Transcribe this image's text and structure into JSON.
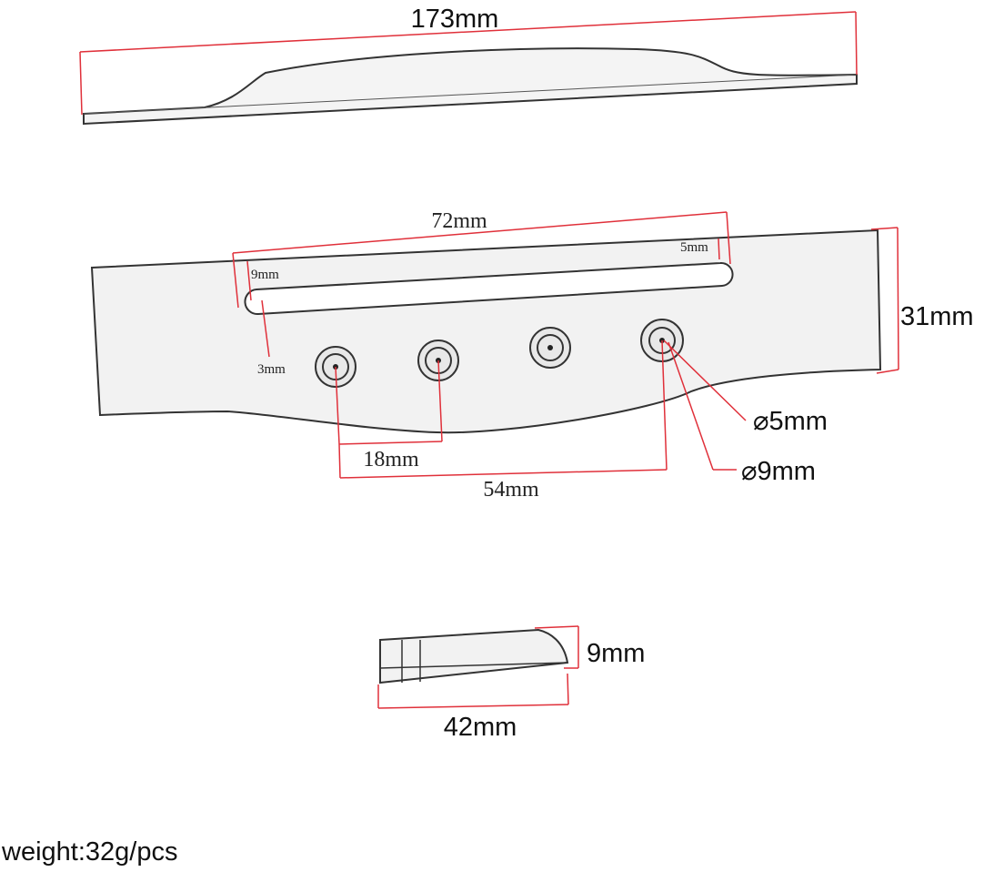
{
  "top_view": {
    "length_label": "173mm"
  },
  "front_view": {
    "slot_length_label": "72mm",
    "slot_offset_label": "9mm",
    "slot_end_label": "5mm",
    "hole_offset_label": "3mm",
    "height_label": "31mm",
    "hole_spacing_label": "18mm",
    "outer_hole_span_label": "54mm",
    "hole_inner_diameter_label": "⌀5mm",
    "hole_outer_diameter_label": "⌀9mm"
  },
  "saddle_view": {
    "height_label": "9mm",
    "length_label": "42mm"
  },
  "weight_text": "weight:32g/pcs",
  "colors": {
    "dimension_line": "#e0303a",
    "outline": "#333333",
    "body_fill": "#f2f2f2"
  }
}
